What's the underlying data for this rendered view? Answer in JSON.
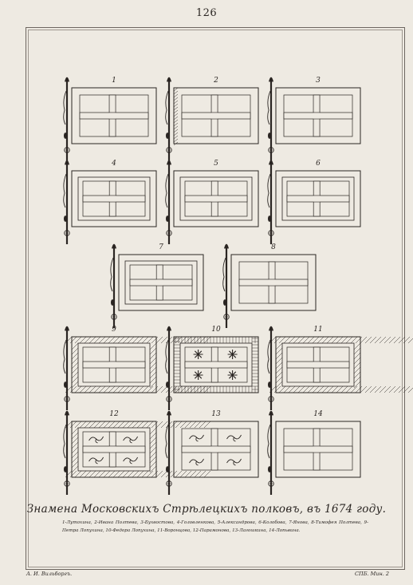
{
  "page": {
    "number": "126"
  },
  "plate": {
    "caption": "Знамена Московскихъ Стрѣлецкихъ полковъ, въ 1674 году.",
    "legend": "1-Лутохина, 2-Ивана Полтева, 3-Бухвостова, 4-Головленкова, 5-Александрова, 6-Колобова, 7-Янова, 8-Тимофея Полтева, 9-Петра Лопухина, 10-Федора Лопухина, 11-Воронцова, 12-Парамонова, 13-Лагошкина, 14-Лопьвина.",
    "flags": [
      {
        "number": "1",
        "border": "plain",
        "pole_stripe": false,
        "ornament": "none"
      },
      {
        "number": "2",
        "border": "plain",
        "pole_stripe": true,
        "ornament": "none"
      },
      {
        "number": "3",
        "border": "plain",
        "pole_stripe": false,
        "ornament": "none"
      },
      {
        "number": "4",
        "border": "double",
        "pole_stripe": false,
        "ornament": "none"
      },
      {
        "number": "5",
        "border": "double",
        "pole_stripe": false,
        "ornament": "none"
      },
      {
        "number": "6",
        "border": "double",
        "pole_stripe": false,
        "ornament": "none"
      },
      {
        "number": "7",
        "border": "double",
        "pole_stripe": false,
        "ornament": "none"
      },
      {
        "number": "8",
        "border": "plain",
        "pole_stripe": false,
        "ornament": "none"
      },
      {
        "number": "9",
        "border": "hatched",
        "pole_stripe": false,
        "ornament": "none"
      },
      {
        "number": "10",
        "border": "vertical-lines",
        "pole_stripe": false,
        "ornament": "stars"
      },
      {
        "number": "11",
        "border": "hatched",
        "pole_stripe": false,
        "ornament": "none"
      },
      {
        "number": "12",
        "border": "hatched",
        "pole_stripe": false,
        "ornament": "swirls"
      },
      {
        "number": "13",
        "border": "plain",
        "pole_stripe": false,
        "ornament": "swirls"
      },
      {
        "number": "14",
        "border": "plain",
        "pole_stripe": false,
        "ornament": "none"
      }
    ]
  },
  "footer": {
    "left": "А. И. Вильборгъ.",
    "right": "СПБ. Мин. 2"
  },
  "colors": {
    "paper": "#eeeae2",
    "ink": "#2a2522",
    "frame": "#6d6660"
  }
}
